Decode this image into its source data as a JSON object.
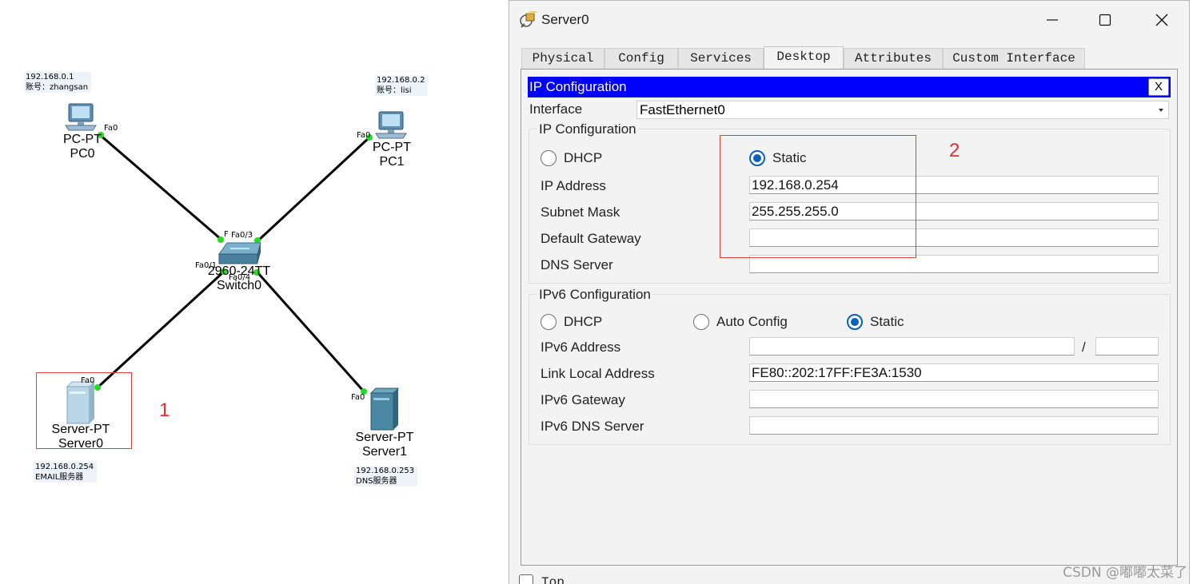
{
  "topology": {
    "notes": {
      "pc0": [
        "192.168.0.1",
        "账号：zhangsan"
      ],
      "pc1": [
        "192.168.0.2",
        "账号：lisi"
      ],
      "server0": [
        "192.168.0.254",
        "EMAIL服务器"
      ],
      "server1": [
        "192.168.0.253",
        "DNS服务器"
      ]
    },
    "devices": {
      "pc0": {
        "model": "PC-PT",
        "name": "PC0"
      },
      "pc1": {
        "model": "PC-PT",
        "name": "PC1"
      },
      "switch0": {
        "model": "2960-24TT",
        "name": "Switch0"
      },
      "server0": {
        "model": "Server-PT",
        "name": "Server0"
      },
      "server1": {
        "model": "Server-PT",
        "name": "Server1"
      }
    },
    "ports": {
      "pc0_fa0": "Fa0",
      "pc1_fa0": "Fa0",
      "server0_fa0": "Fa0",
      "server1_fa0": "Fa0",
      "sw_f": "F",
      "sw_fa03": "Fa0/3",
      "sw_fa01": "Fa0/1",
      "sw_fa04": "Fa0/4"
    },
    "annotation_1": "1",
    "annotation_2": "2",
    "link_color": "#000000",
    "link_up_color": "#22dd22"
  },
  "window": {
    "title": "Server0",
    "tabs": [
      "Physical",
      "Config",
      "Services",
      "Desktop",
      "Attributes",
      "Custom Interface"
    ],
    "active_tab": "Desktop",
    "panel_title": "IP Configuration",
    "close_label": "X",
    "interface_label": "Interface",
    "interface_value": "FastEthernet0",
    "ipv4": {
      "title": "IP Configuration",
      "dhcp_label": "DHCP",
      "static_label": "Static",
      "mode": "Static",
      "ip_label": "IP Address",
      "ip_value": "192.168.0.254",
      "mask_label": "Subnet Mask",
      "mask_value": "255.255.255.0",
      "gateway_label": "Default Gateway",
      "gateway_value": "",
      "dns_label": "DNS Server",
      "dns_value": ""
    },
    "ipv6": {
      "title": "IPv6 Configuration",
      "dhcp_label": "DHCP",
      "auto_label": "Auto Config",
      "static_label": "Static",
      "mode": "Static",
      "addr_label": "IPv6 Address",
      "addr_value": "",
      "slash": "/",
      "prefix_value": "",
      "link_local_label": "Link Local Address",
      "link_local_value": "FE80::202:17FF:FE3A:1530",
      "gateway_label": "IPv6 Gateway",
      "gateway_value": "",
      "dns_label": "IPv6 DNS Server",
      "dns_value": ""
    },
    "bottom_label": "Top",
    "accent_color": "#0000ff",
    "radio_color": "#0a5fc0"
  },
  "watermark": "CSDN @嘟嘟太菜了"
}
